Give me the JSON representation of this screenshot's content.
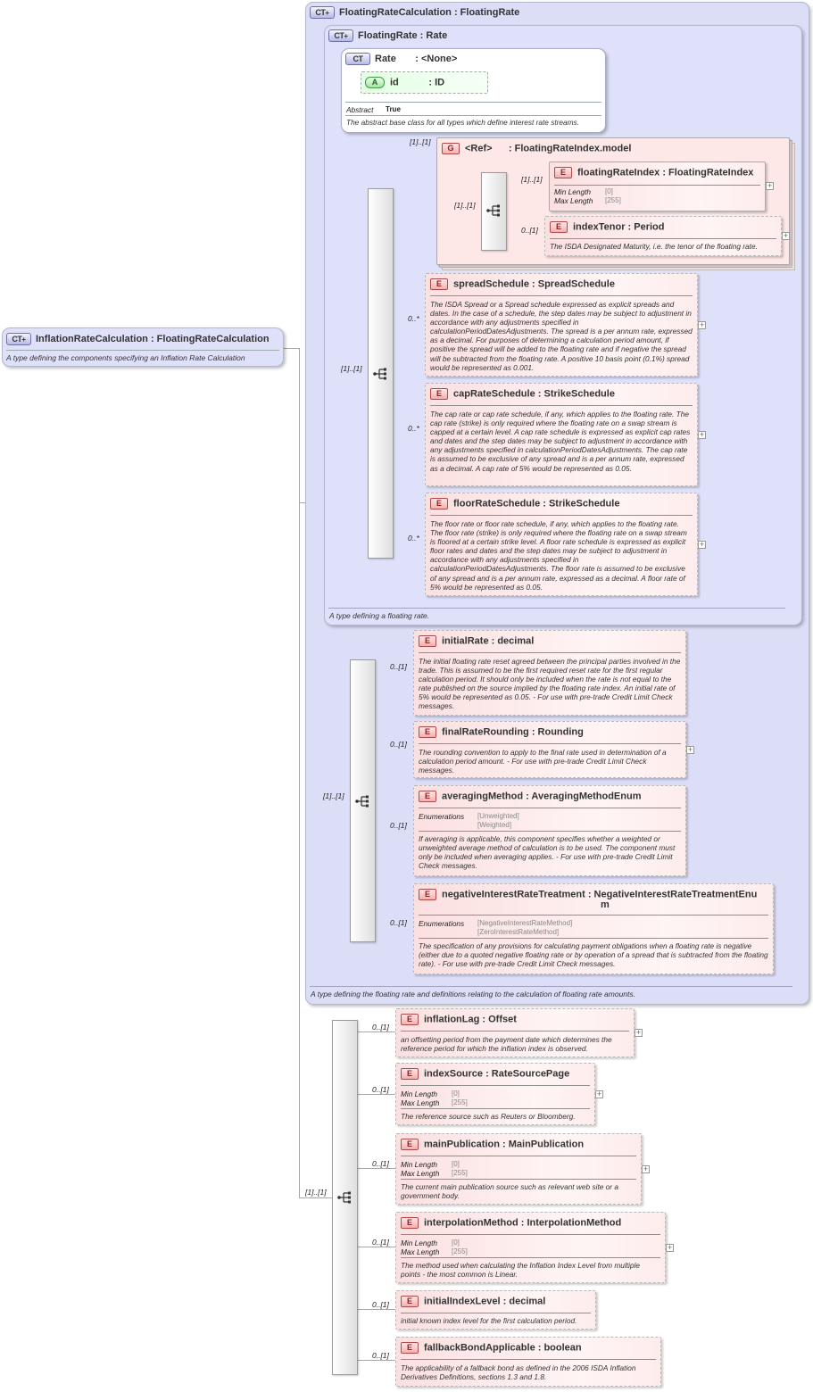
{
  "root": {
    "badge": "CT",
    "title": "InflationRateCalculation : FloatingRateCalculation",
    "desc": "A type defining the components specifying an Inflation Rate Calculation"
  },
  "frc": {
    "badge": "CT",
    "title": "FloatingRateCalculation : FloatingRate",
    "desc": "A type defining the floating rate and definitions relating to the calculation of floating rate amounts."
  },
  "fr": {
    "badge": "CT",
    "title": "FloatingRate : Rate",
    "desc": "A type defining a floating rate."
  },
  "rate": {
    "badge": "CT",
    "title": "Rate       : <None>",
    "attr_badge": "A",
    "attr_label": "id           : ID",
    "abstract_label": "Abstract",
    "abstract_value": "True",
    "desc": "The abstract base class for all types which define interest rate streams."
  },
  "group": {
    "badge": "G",
    "title": "<Ref>      : FloatingRateIndex.model",
    "card": "[1]..[1]"
  },
  "e_fri": {
    "badge": "E",
    "title": "floatingRateIndex : FloatingRateIndex",
    "min_label": "Min Length",
    "min_value": "[0]",
    "max_label": "Max Length",
    "max_value": "[255]",
    "card": "[1]..[1]"
  },
  "e_tenor": {
    "badge": "E",
    "title": "indexTenor : Period",
    "desc": "The ISDA Designated Maturity, i.e. the tenor of the floating rate.",
    "card": "0..[1]"
  },
  "seq_g_card": "[1]..[1]",
  "seq_fr_card": "[1]..[1]",
  "e_spread": {
    "badge": "E",
    "title": "spreadSchedule : SpreadSchedule",
    "desc": "The ISDA Spread or a Spread schedule expressed as explicit spreads and dates. In the case of a schedule, the step dates may be subject to adjustment in accordance with any adjustments specified in calculationPeriodDatesAdjustments. The spread is a per annum rate, expressed as a decimal. For purposes of determining a calculation period amount, if positive the spread will be added to the floating rate and if negative the spread will be subtracted from the floating rate. A positive 10 basis point (0.1%) spread would be represented as 0.001.",
    "card": "0..*"
  },
  "e_cap": {
    "badge": "E",
    "title": "capRateSchedule : StrikeSchedule",
    "desc": "The cap rate or cap rate schedule, if any, which applies to the floating rate. The cap rate (strike) is only required where the floating rate on a swap stream is capped at a certain level. A cap rate schedule is expressed as explicit cap rates and dates and the step dates may be subject to adjustment in accordance with any adjustments specified in calculationPeriodDatesAdjustments. The cap rate is assumed to be exclusive of any spread and is a per annum rate, expressed as a decimal. A cap rate of 5% would be represented as 0.05.",
    "card": "0..*"
  },
  "e_floor": {
    "badge": "E",
    "title": "floorRateSchedule : StrikeSchedule",
    "desc": "The floor rate or floor rate schedule, if any, which applies to the floating rate. The floor rate (strike) is only required where the floating rate on a swap stream is floored at a certain strike level. A floor rate schedule is expressed as explicit floor rates and dates and the step dates may be subject to adjustment in accordance with any adjustments specified in calculationPeriodDatesAdjustments. The floor rate is assumed to be exclusive of any spread and is a per annum rate, expressed as a decimal. A floor rate of 5% would be represented as 0.05.",
    "card": "0..*"
  },
  "seq_frc_card": "[1]..[1]",
  "e_initial": {
    "badge": "E",
    "title": "initialRate : decimal",
    "desc": "The initial floating rate reset agreed between the principal parties involved in the trade. This is assumed to be the first required reset rate for the first regular calculation period. It should only be included when the rate is not equal to the rate published on the source implied by the floating rate index. An initial rate of 5% would be represented as 0.05. - For use with pre-trade Credit Limit Check messages.",
    "card": "0..[1]"
  },
  "e_final": {
    "badge": "E",
    "title": "finalRateRounding : Rounding",
    "desc": "The rounding convention to apply to the final rate used in determination of a calculation period amount. - For use with pre-trade Credit Limit Check messages.",
    "card": "0..[1]"
  },
  "e_avg": {
    "badge": "E",
    "title": "averagingMethod : AveragingMethodEnum",
    "enum_label": "Enumerations",
    "enum_1": "[Unweighted]",
    "enum_2": "[Weighted]",
    "desc": "If averaging is applicable, this component specifies whether a weighted or unweighted average method of calculation is to be used. The component must only be included when averaging applies. - For use with pre-trade Credit Limit Check messages.",
    "card": "0..[1]"
  },
  "e_neg": {
    "badge": "E",
    "title_1": "negativeInterestRateTreatment : NegativeInterestRateTreatmentEnu",
    "title_2": "m",
    "enum_label": "Enumerations",
    "enum_1": "[NegativeInterestRateMethod]",
    "enum_2": "[ZeroInterestRateMethod]",
    "desc": "The specification of any provisions for calculating payment obligations when a floating rate is negative (either due to a quoted negative floating rate or by operation of a spread that is subtracted from the floating rate). - For use with pre-trade Credit Limit Check messages.",
    "card": "0..[1]"
  },
  "seq_root_card": "[1]..[1]",
  "e_lag": {
    "badge": "E",
    "title": "inflationLag : Offset",
    "desc": "an offsetting period from the payment date which determines the reference period for which the inflation index is observed.",
    "card": "0..[1]"
  },
  "e_src": {
    "badge": "E",
    "title": "indexSource : RateSourcePage",
    "min_label": "Min Length",
    "min_value": "[0]",
    "max_label": "Max Length",
    "max_value": "[255]",
    "desc": "The reference source such as Reuters or Bloomberg.",
    "card": "0..[1]"
  },
  "e_pub": {
    "badge": "E",
    "title": "mainPublication : MainPublication",
    "min_label": "Min Length",
    "min_value": "[0]",
    "max_label": "Max Length",
    "max_value": "[255]",
    "desc": "The current main publication source such as relevant web site or a government body.",
    "card": "0..[1]"
  },
  "e_interp": {
    "badge": "E",
    "title": "interpolationMethod : InterpolationMethod",
    "min_label": "Min Length",
    "min_value": "[0]",
    "max_label": "Max Length",
    "max_value": "[255]",
    "desc": "The method used when calculating the Inflation Index Level from multiple points - the most common is Linear.",
    "card": "0..[1]"
  },
  "e_iil": {
    "badge": "E",
    "title": "initialIndexLevel : decimal",
    "desc": "initial known index level for the first calculation period.",
    "card": "0..[1]"
  },
  "e_fb": {
    "badge": "E",
    "title": "fallbackBondApplicable : boolean",
    "desc": "The applicability of a fallback bond as defined in the 2006 ISDA Inflation Derivatives Definitions, sections 1.3 and 1.8.",
    "card": "0..[1]"
  },
  "expand_glyph": "+"
}
